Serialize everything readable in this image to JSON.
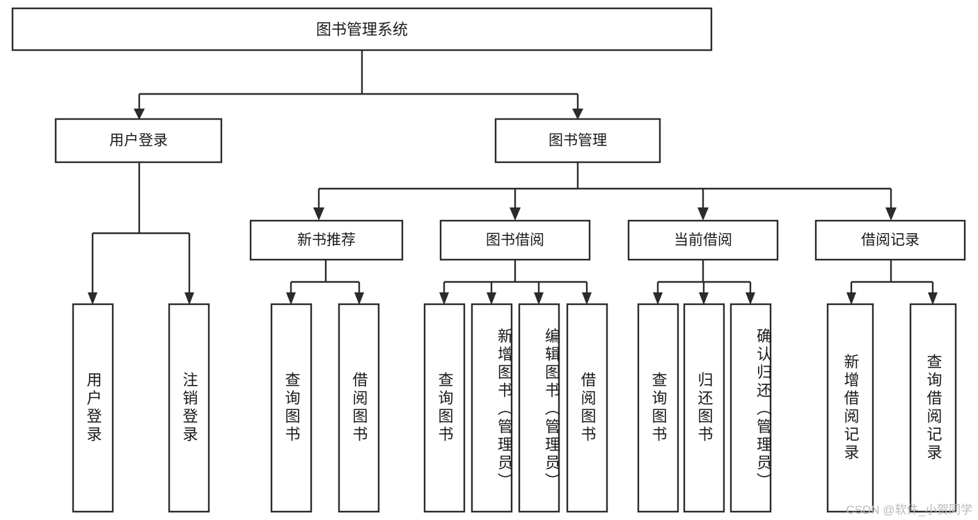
{
  "diagram": {
    "type": "hierarchy-tree",
    "title_node": {
      "label": "图书管理系统"
    },
    "level1": [
      {
        "id": "user-login",
        "label": "用户登录"
      },
      {
        "id": "book-management",
        "label": "图书管理"
      }
    ],
    "level2": [
      {
        "id": "new-book-recommend",
        "label": "新书推荐",
        "parent": "book-management"
      },
      {
        "id": "book-borrow",
        "label": "图书借阅",
        "parent": "book-management"
      },
      {
        "id": "current-borrow",
        "label": "当前借阅",
        "parent": "book-management"
      },
      {
        "id": "borrow-record",
        "label": "借阅记录",
        "parent": "book-management"
      }
    ],
    "leaves": [
      {
        "id": "leaf-user-login",
        "label": "用户登录",
        "parent": "user-login"
      },
      {
        "id": "leaf-logout-login",
        "label": "注销登录",
        "parent": "user-login"
      },
      {
        "id": "leaf-query-book-1",
        "label": "查询图书",
        "parent": "new-book-recommend"
      },
      {
        "id": "leaf-borrow-book-1",
        "label": "借阅图书",
        "parent": "new-book-recommend"
      },
      {
        "id": "leaf-query-book-2",
        "label": "查询图书",
        "parent": "book-borrow"
      },
      {
        "id": "leaf-add-book",
        "label": "新增图书（管理员）",
        "parent": "book-borrow"
      },
      {
        "id": "leaf-edit-book",
        "label": "编辑图书（管理员）",
        "parent": "book-borrow"
      },
      {
        "id": "leaf-borrow-book-2",
        "label": "借阅图书",
        "parent": "book-borrow"
      },
      {
        "id": "leaf-query-book-3",
        "label": "查询图书",
        "parent": "current-borrow"
      },
      {
        "id": "leaf-return-book",
        "label": "归还图书",
        "parent": "current-borrow"
      },
      {
        "id": "leaf-confirm-return",
        "label": "确认归还（管理员）",
        "parent": "current-borrow"
      },
      {
        "id": "leaf-add-record",
        "label": "新增借阅记录",
        "parent": "borrow-record"
      },
      {
        "id": "leaf-query-record",
        "label": "查询借阅记录",
        "parent": "borrow-record"
      }
    ],
    "colors": {
      "stroke": "#2b2b2b",
      "fill": "#ffffff",
      "text": "#1a1a1a",
      "watermark": "#b9b9b9",
      "background": "#ffffff"
    }
  },
  "watermark": {
    "text": "CSDN @软件_小贺同学"
  }
}
